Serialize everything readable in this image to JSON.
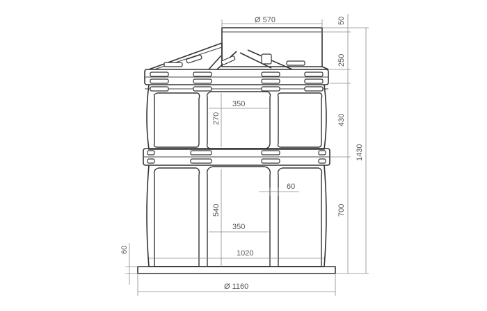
{
  "drawing": {
    "dimensions": {
      "neck_diameter": "Ø 570",
      "neck_height": "50",
      "cone_height": "250",
      "upper_ring_height": "430",
      "total_height": "1430",
      "lower_ring_height": "700",
      "base_height": "60",
      "upper_window_width": "350",
      "upper_window_height": "270",
      "lower_window_width": "350",
      "lower_window_height": "540",
      "rib_width": "60",
      "inner_base_width": "1020",
      "base_diameter": "Ø 1160"
    }
  }
}
